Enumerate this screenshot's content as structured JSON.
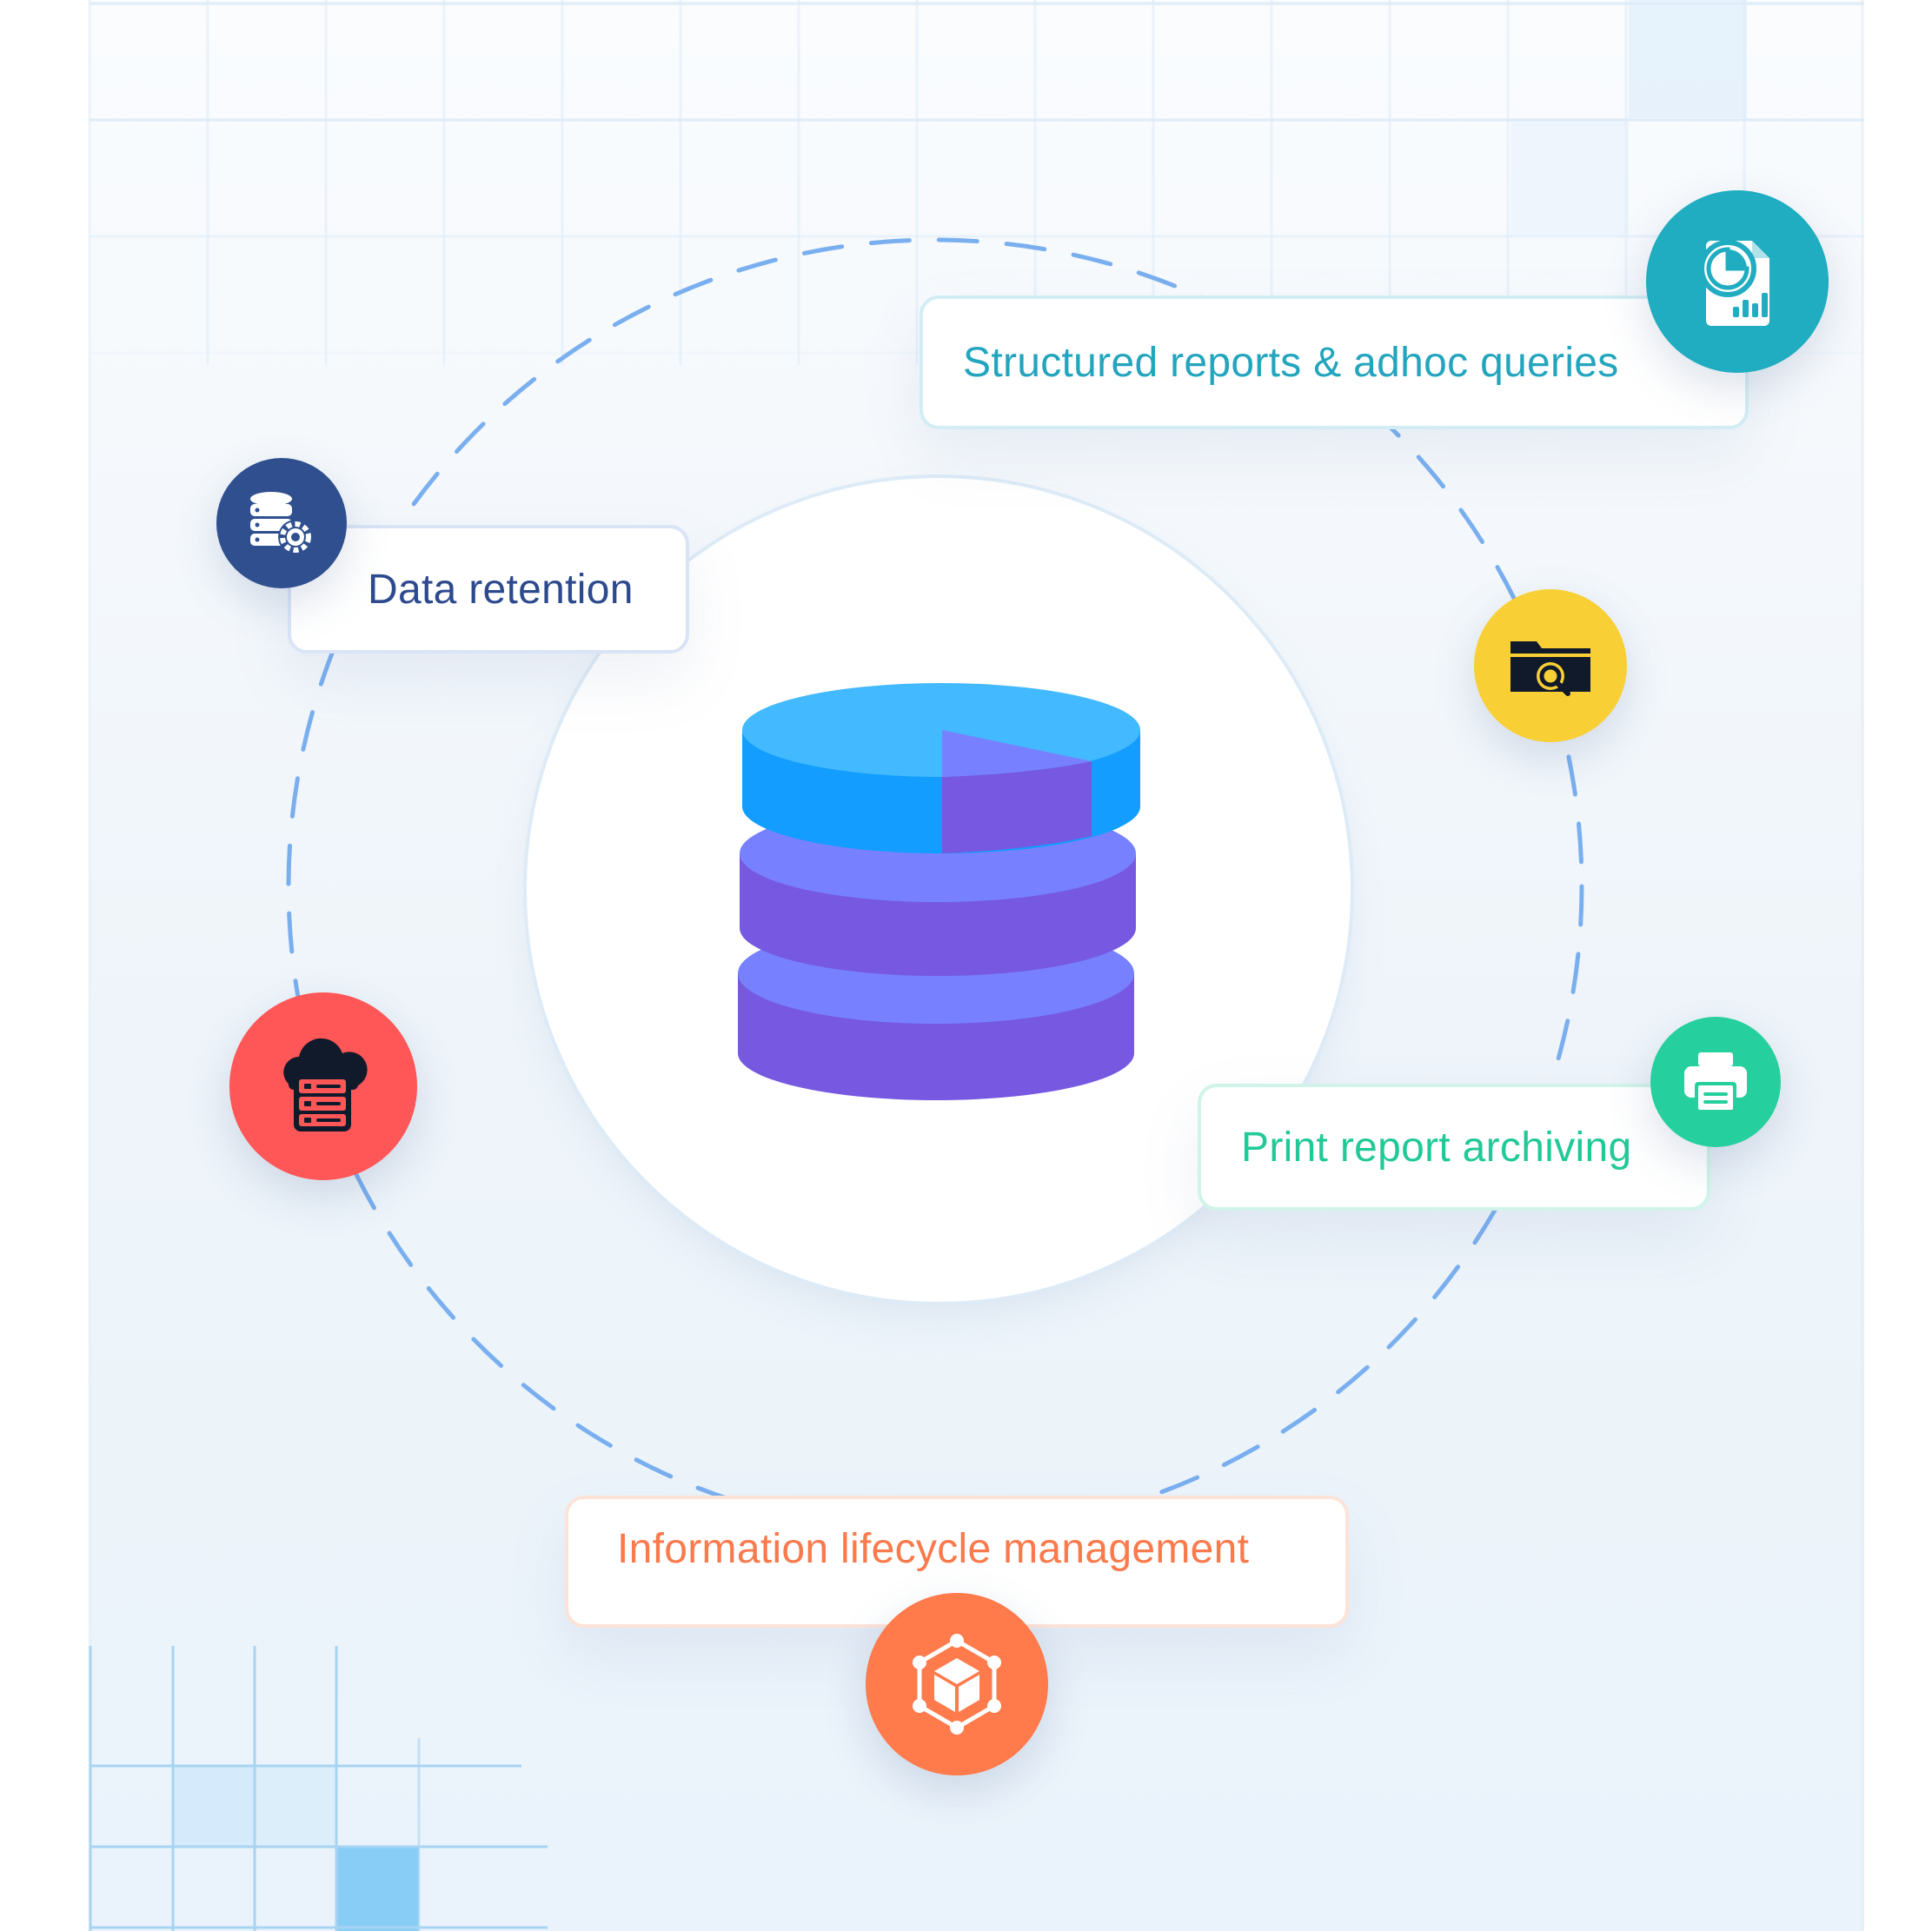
{
  "colors": {
    "dashed_ring": "#7AAFEF",
    "grid_line": "#D6E8F8",
    "db_top_blue": "#43B9FF",
    "db_side_blue": "#129DFF",
    "db_top_purple": "#7781FF",
    "db_side_purple": "#7659E0"
  },
  "labels": {
    "structured_reports": {
      "text": "Structured reports & adhoc queries",
      "color": "#23A5BE",
      "border": "#D3EDF4"
    },
    "data_retention": {
      "text": "Data retention",
      "color": "#2E4A8E",
      "border": "#D9E4F6"
    },
    "print_report": {
      "text": "Print report archiving",
      "color": "#22C998",
      "border": "#D0F4E9"
    },
    "info_lifecycle": {
      "text": "Information lifecycle management",
      "color": "#FA7A4C",
      "border": "#FDE2D8"
    }
  },
  "badges": {
    "report_chart": {
      "icon": "report-chart-icon",
      "color": "#20ACC1"
    },
    "database_settings": {
      "icon": "database-settings-icon",
      "color": "#2F4F8F"
    },
    "folder_search": {
      "icon": "folder-search-icon",
      "color": "#F8CF35"
    },
    "printer": {
      "icon": "printer-icon",
      "color": "#26CF9E"
    },
    "cloud_server": {
      "icon": "cloud-server-icon",
      "color": "#FF5757"
    },
    "network_cube": {
      "icon": "network-cube-icon",
      "color": "#FF7B4C"
    }
  }
}
